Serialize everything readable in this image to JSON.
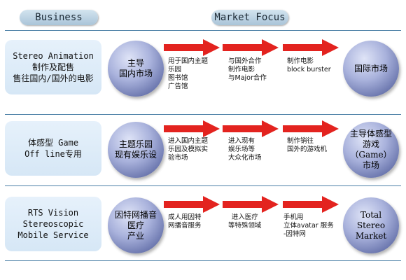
{
  "headers": {
    "business": "Business",
    "market_focus": "Market Focus"
  },
  "colors": {
    "arrow": "#e3231f",
    "pill": "#b8d0e2",
    "business_box": "#dcebf8",
    "circle": "#8a93c9"
  },
  "rows": [
    {
      "business": "Stereo Animation\n制作及配售\n售往国内/国外的电影",
      "domestic": "主导\n国内市场",
      "steps": [
        "用于国内主题\n乐园\n图书馆\n广告馆",
        "与国外合作\n制作电影\n与Major合作",
        "制作电影\nblock burster"
      ],
      "target": "国际市场"
    },
    {
      "business": "体感型 Game\nOff line专用",
      "domestic": "主题乐园\n现有娱乐设",
      "steps": [
        "进入国内主题\n乐园及模拟实\n验市场",
        "进入现有\n娱乐场等\n大众化市场",
        "制作销往\n国外的游戏机"
      ],
      "target": "主导体感型\n游戏\n（Game）\n市场"
    },
    {
      "business": "RTS Vision\nStereoscopic\nMobile Service",
      "domestic": "因特网播音\n医疗\n产业",
      "steps": [
        "成人用因特\n网播音服务",
        "进入医疗\n等特殊领域",
        "手机用\n立体avatar 服务\n-因特网"
      ],
      "target": "Total\nStereo\nMarket"
    }
  ]
}
